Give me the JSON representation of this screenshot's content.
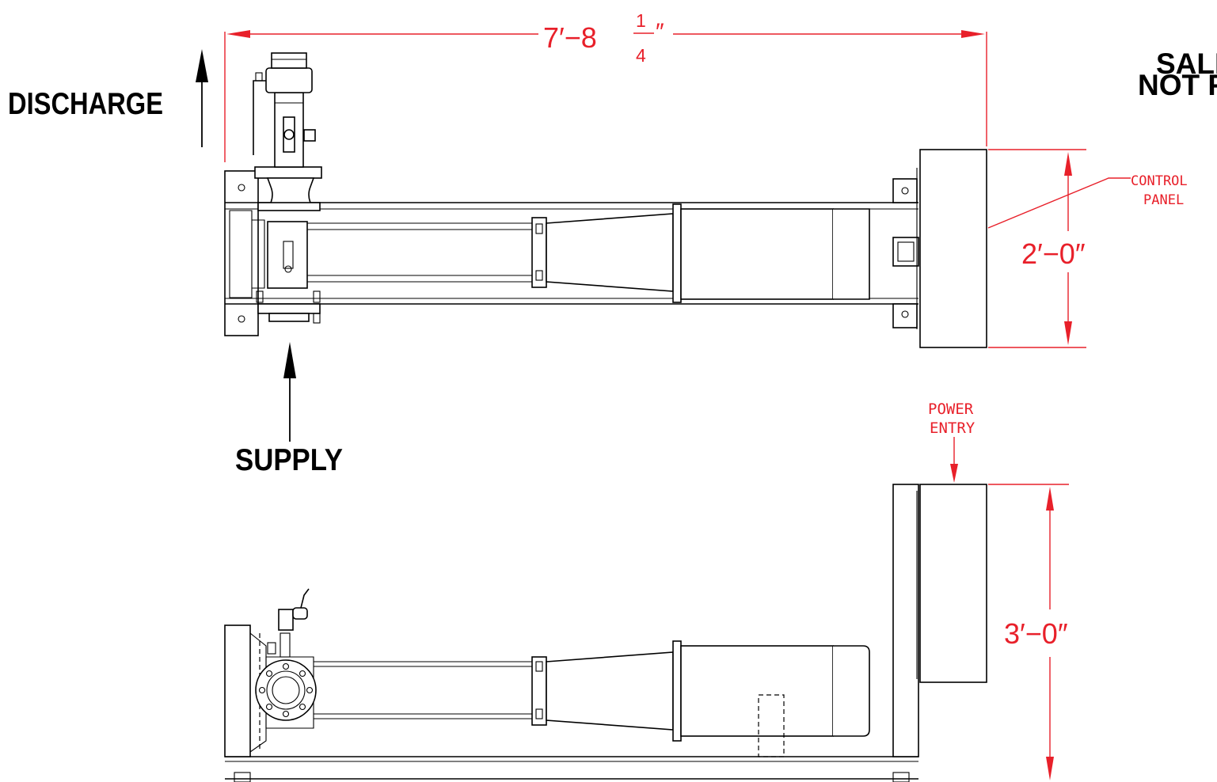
{
  "labels": {
    "discharge": "DISCHARGE",
    "supply": "SUPPLY",
    "corner_line1": "SALE",
    "corner_line2": "NOT F",
    "control_panel_line1": "CONTROL",
    "control_panel_line2": "PANEL",
    "power_entry_line1": "POWER",
    "power_entry_line2": "ENTRY"
  },
  "dimensions": {
    "overall_length_main": "7′−8",
    "overall_length_frac_num": "1",
    "overall_length_frac_den": "4",
    "overall_length_inch": "″",
    "panel_width": "2′−0″",
    "panel_height": "3′−0″"
  },
  "colors": {
    "line": "#000000",
    "dimension": "#e8202a",
    "background": "#ffffff"
  }
}
